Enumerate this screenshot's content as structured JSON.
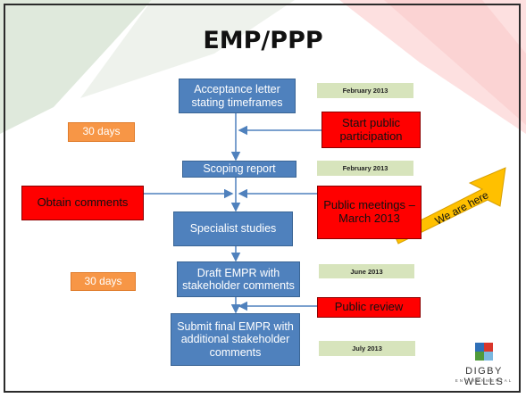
{
  "title": "EMP/PPP",
  "process_steps": [
    {
      "id": "acceptance",
      "label": "Acceptance letter stating timeframes"
    },
    {
      "id": "scoping",
      "label": "Scoping report"
    },
    {
      "id": "specialist",
      "label": "Specialist studies"
    },
    {
      "id": "draft",
      "label": "Draft EMPR with stakeholder comments"
    },
    {
      "id": "final",
      "label": "Submit final EMPR with additional stakeholder comments"
    }
  ],
  "inputs": [
    {
      "id": "start-public",
      "label": "Start public participation"
    },
    {
      "id": "obtain-comments",
      "label": "Obtain comments"
    },
    {
      "id": "public-meetings",
      "label": "Public meetings – March 2013"
    },
    {
      "id": "public-review",
      "label": "Public review"
    }
  ],
  "durations": [
    "30 days",
    "30 days"
  ],
  "dates": [
    "February 2013",
    "February 2013",
    "June 2013",
    "July 2013"
  ],
  "callout": {
    "label": "We are here"
  },
  "logo": {
    "name": "DIGBY WELLS",
    "sub": "ENVIRONMENTAL"
  },
  "colors": {
    "process": "#4f81bd",
    "input": "#ff0000",
    "duration": "#f79646",
    "date": "#d7e4bc",
    "callout": "#ffc000",
    "connector": "#4f81bd"
  }
}
